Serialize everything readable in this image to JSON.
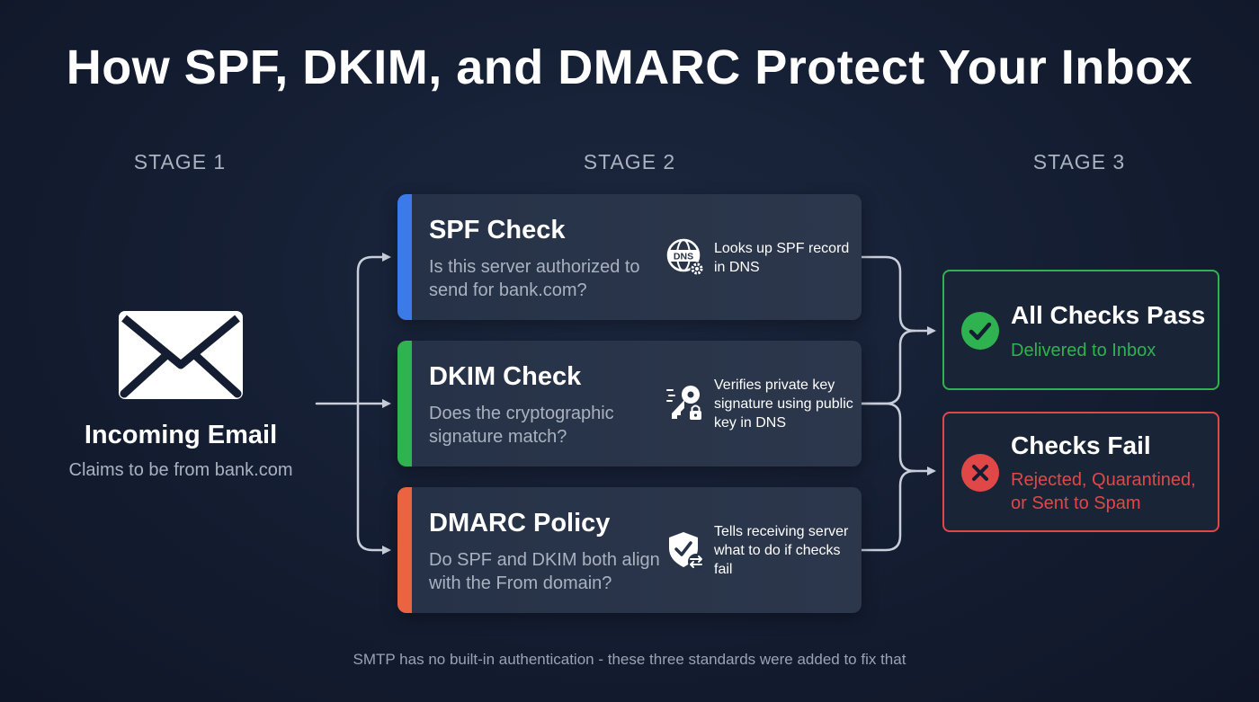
{
  "title": "How SPF, DKIM, and DMARC Protect Your Inbox",
  "stages": [
    "STAGE 1",
    "STAGE 2",
    "STAGE 3"
  ],
  "email": {
    "title": "Incoming Email",
    "subtitle": "Claims to be from bank.com",
    "icon": "envelope-icon"
  },
  "checks": [
    {
      "title": "SPF Check",
      "question": "Is this server authorized to send for bank.com?",
      "description": "Looks up SPF record in DNS",
      "icon": "dns-gear-icon",
      "color": "#3b7ae8"
    },
    {
      "title": "DKIM Check",
      "question": "Does the cryptographic signature match?",
      "description": "Verifies private key signature using public key in DNS",
      "icon": "key-lock-icon",
      "color": "#2fb350"
    },
    {
      "title": "DMARC Policy",
      "question": "Do SPF and DKIM both align with the From domain?",
      "description": "Tells receiving server what to do if checks fail",
      "icon": "shield-check-icon",
      "color": "#ea6442"
    }
  ],
  "results": {
    "pass": {
      "title": "All Checks Pass",
      "subtitle": "Delivered to Inbox",
      "icon": "check-circle-icon",
      "color": "#2fb350"
    },
    "fail": {
      "title": "Checks Fail",
      "subtitle": "Rejected, Quarantined, or Sent to Spam",
      "icon": "x-circle-icon",
      "color": "#e04848"
    }
  },
  "footer": "SMTP has no built-in authentication - these three standards were added to fix that"
}
